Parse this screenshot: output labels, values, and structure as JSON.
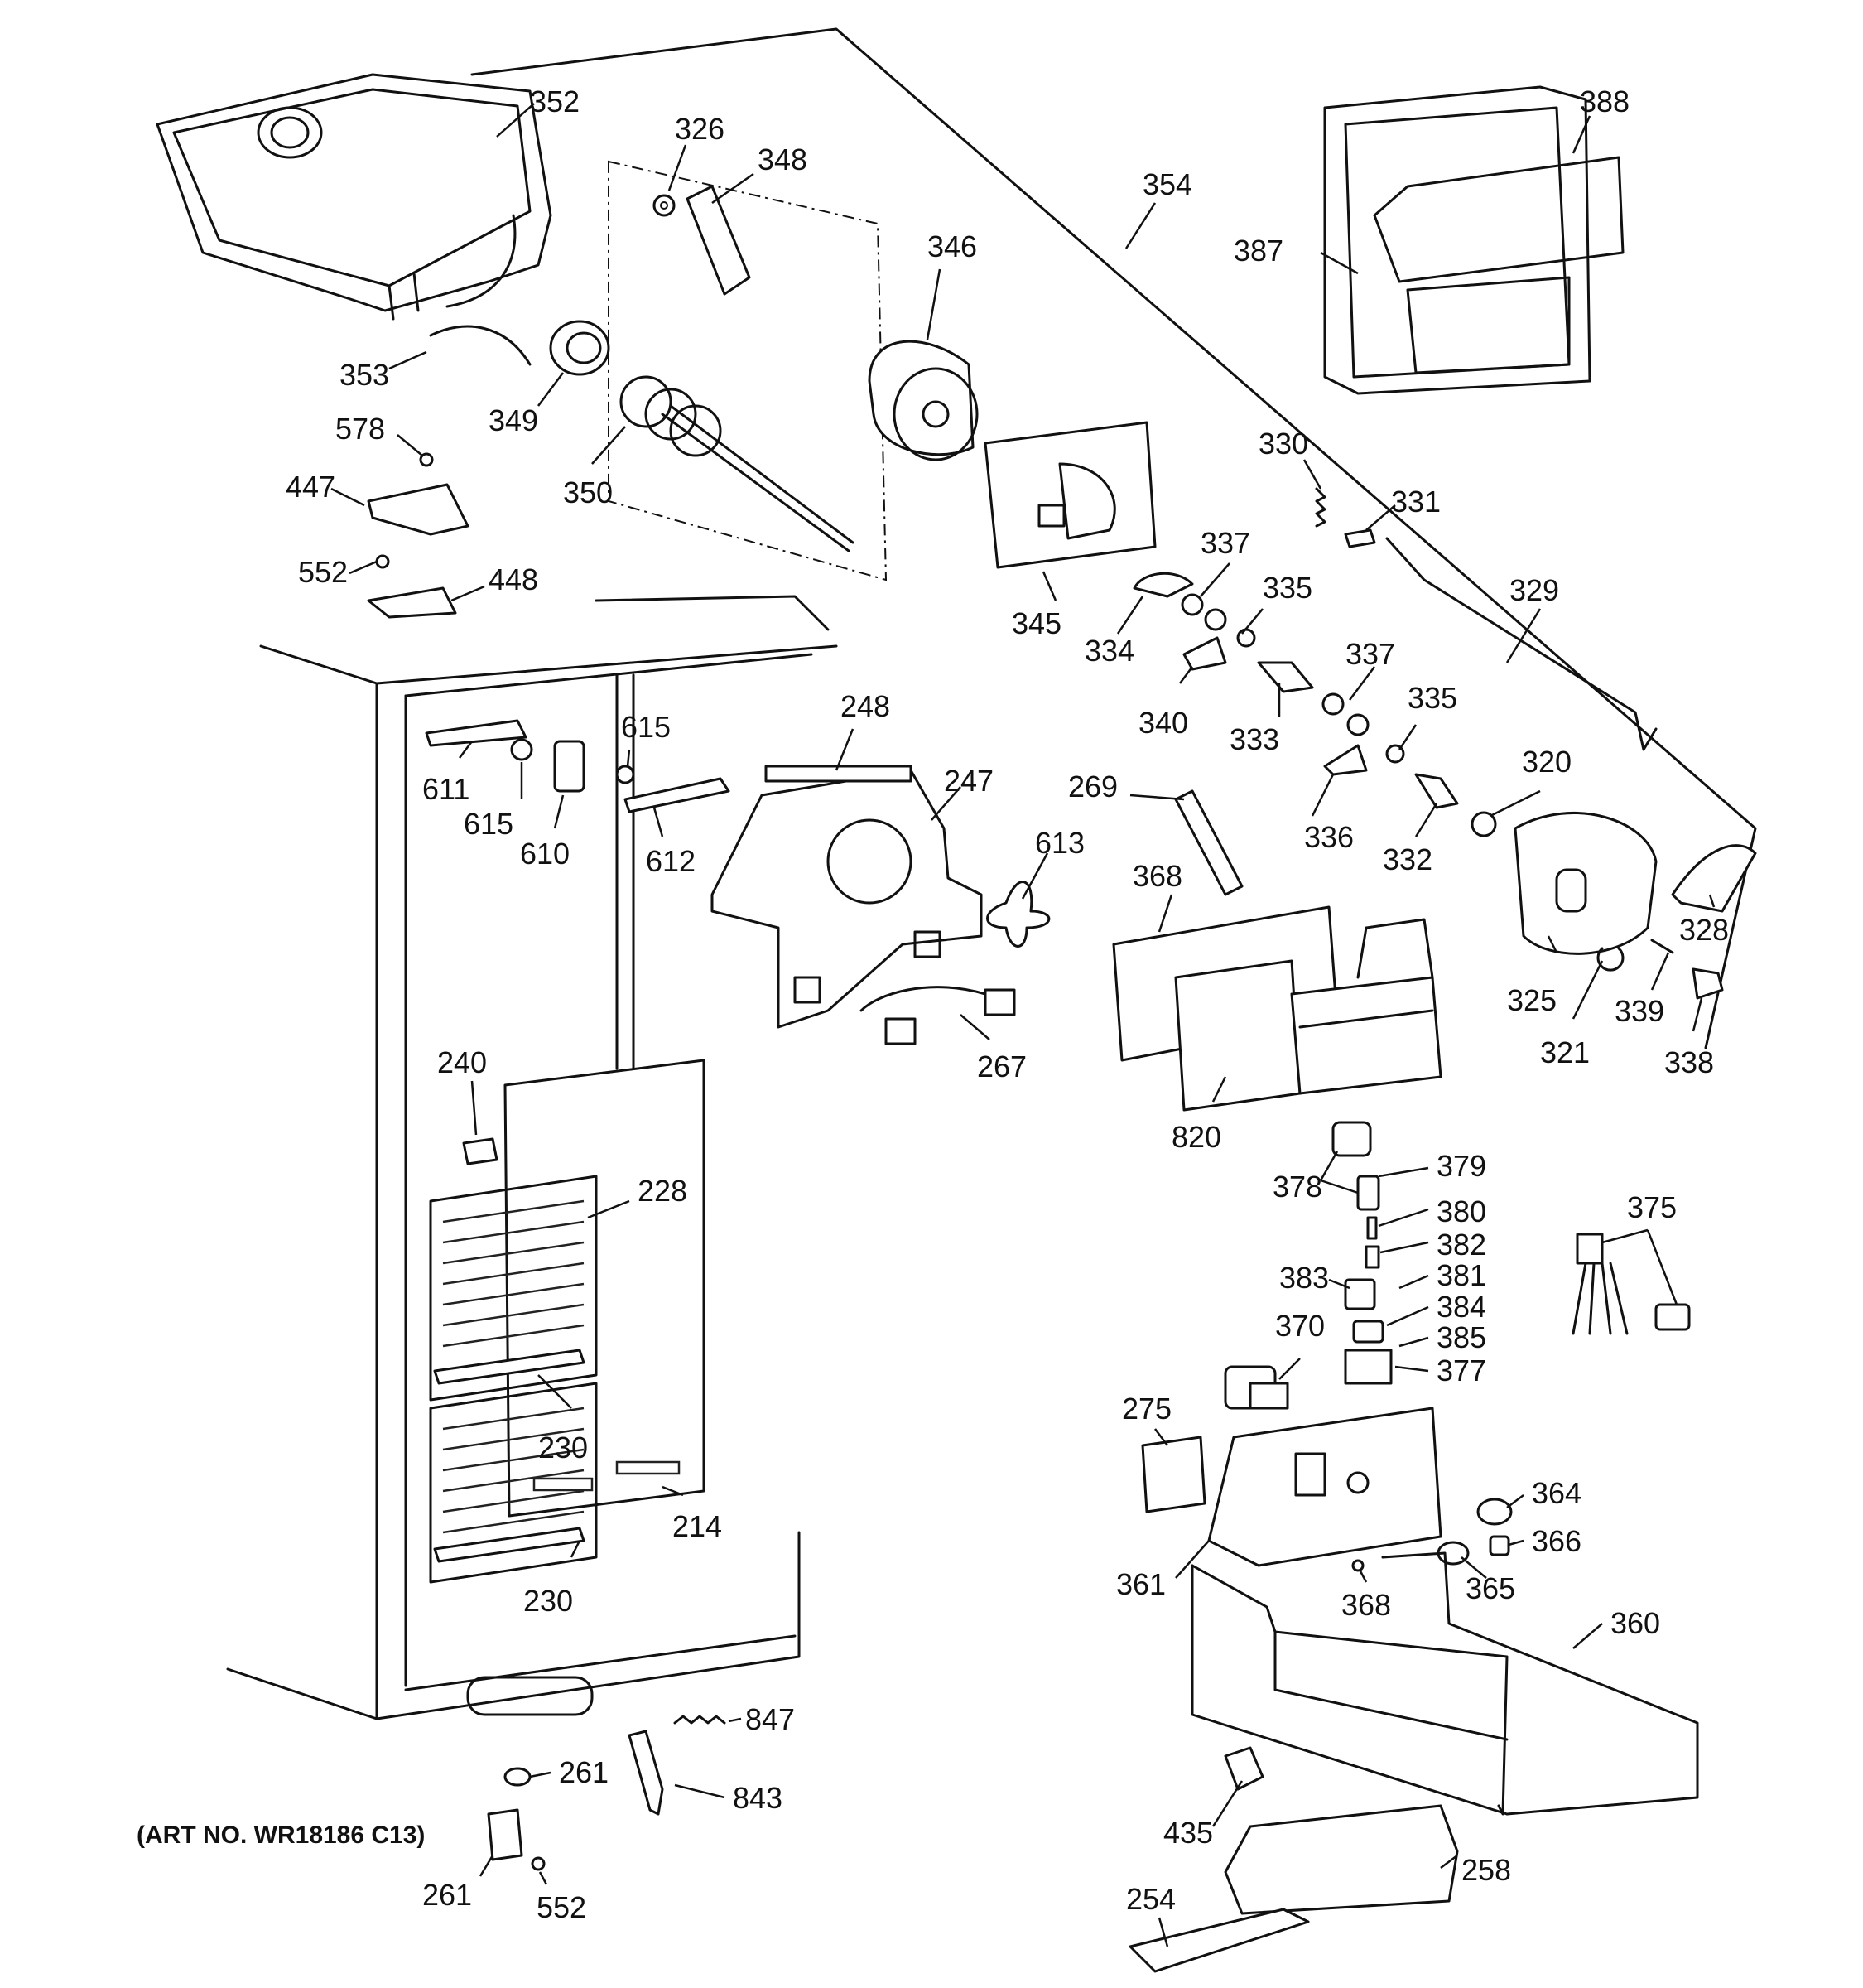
{
  "diagram": {
    "art_number": "(ART NO. WR18186 C13)",
    "labels": {
      "p352": "352",
      "p326": "326",
      "p348": "348",
      "p346": "346",
      "p354": "354",
      "p388": "388",
      "p387": "387",
      "p353": "353",
      "p349": "349",
      "p350": "350",
      "p578": "578",
      "p447": "447",
      "p552a": "552",
      "p448": "448",
      "p345": "345",
      "p337a": "337",
      "p334": "334",
      "p330": "330",
      "p331": "331",
      "p335a": "335",
      "p340": "340",
      "p333": "333",
      "p337b": "337",
      "p329": "329",
      "p335b": "335",
      "p336": "336",
      "p332": "332",
      "p320": "320",
      "p328": "328",
      "p325": "325",
      "p321": "321",
      "p339": "339",
      "p338": "338",
      "p248": "248",
      "p247": "247",
      "p615a": "615",
      "p611": "611",
      "p615b": "615",
      "p610": "610",
      "p612": "612",
      "p613": "613",
      "p269": "269",
      "p368a": "368",
      "p267": "267",
      "p820": "820",
      "p240": "240",
      "p228": "228",
      "p230a": "230",
      "p214": "214",
      "p230b": "230",
      "p378": "378",
      "p379": "379",
      "p380": "380",
      "p382": "382",
      "p381": "381",
      "p383": "383",
      "p384": "384",
      "p385": "385",
      "p370": "370",
      "p377": "377",
      "p375": "375",
      "p275": "275",
      "p364": "364",
      "p366": "366",
      "p361": "361",
      "p368b": "368",
      "p365": "365",
      "p360": "360",
      "p847": "847",
      "p261a": "261",
      "p843": "843",
      "p261b": "261",
      "p552b": "552",
      "p435": "435",
      "p258": "258",
      "p254": "254"
    }
  }
}
